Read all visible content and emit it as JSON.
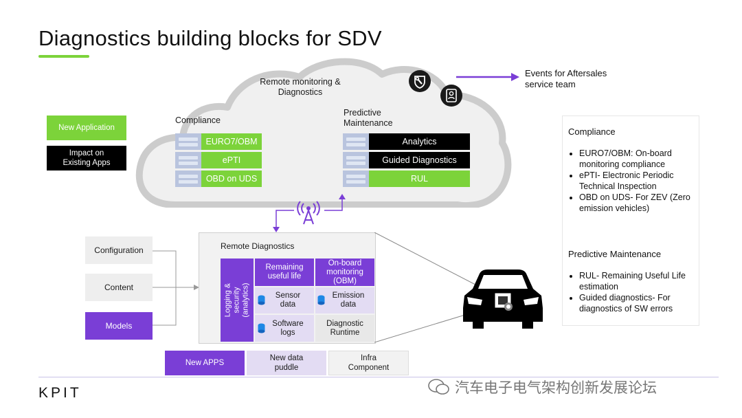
{
  "title": "Diagnostics building blocks for SDV",
  "cloud": {
    "heading": "Remote monitoring &\nDiagnostics",
    "compliance_label": "Compliance",
    "predictive_label": "Predictive\nMaintenance",
    "compliance_items": [
      "EURO7/OBM",
      "ePTI",
      "OBD on UDS"
    ],
    "predictive_items": [
      "Analytics",
      "Guided Diagnostics",
      "RUL"
    ]
  },
  "events_label": "Events for Aftersales\nservice team",
  "legend": {
    "new_application": "New Application",
    "impact": "Impact on\nExisting Apps"
  },
  "side_inputs": [
    "Configuration",
    "Content",
    "Models"
  ],
  "remote_diag": {
    "title": "Remote Diagnostics",
    "logging": "Logging & security\n(analytics)",
    "rul": "Remaining\nuseful life",
    "obm": "On-board\nmonitoring\n(OBM)",
    "sensor": "Sensor\ndata",
    "emission": "Emission\ndata",
    "software": "Software\nlogs",
    "runtime": "Diagnostic\nRuntime"
  },
  "bottom_legend": [
    "New APPS",
    "New data\npuddle",
    "Infra\nComponent"
  ],
  "notes": {
    "compliance_title": "Compliance",
    "compliance_items": [
      "EURO7/OBM: On-board monitoring compliance",
      "ePTI- Electronic Periodic Technical Inspection",
      "OBD on UDS- For ZEV (Zero emission vehicles)"
    ],
    "predictive_title": "Predictive Maintenance",
    "predictive_items": [
      "RUL- Remaining Useful Life estimation",
      "Guided diagnostics- For diagnostics of SW errors"
    ]
  },
  "logo": "KPIT",
  "watermark": "汽车电子电气架构创新发展论坛",
  "colors": {
    "green": "#7cd33a",
    "purple": "#7a3ed6",
    "black": "#000000",
    "lavender": "#e3dcf3"
  }
}
